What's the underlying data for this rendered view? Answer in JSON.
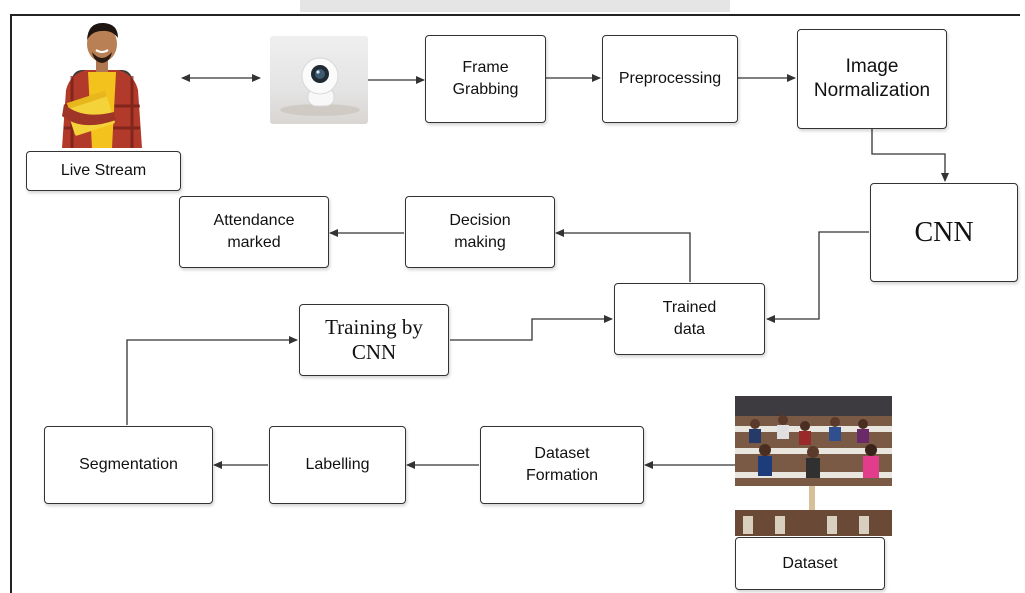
{
  "diagram": {
    "nodes": {
      "live_stream": "Live Stream",
      "frame_grabbing": "Frame\nGrabbing",
      "preprocessing": "Preprocessing",
      "image_normalization": "Image\nNormalization",
      "cnn": "CNN",
      "trained_data": "Trained\ndata",
      "decision_making": "Decision\nmaking",
      "attendance_marked": "Attendance\nmarked",
      "training_by_cnn": "Training by\nCNN",
      "dataset": "Dataset",
      "dataset_formation": "Dataset\nFormation",
      "labelling": "Labelling",
      "segmentation": "Segmentation"
    },
    "edges": [
      [
        "camera",
        "live_stream"
      ],
      [
        "camera",
        "frame_grabbing"
      ],
      [
        "frame_grabbing",
        "preprocessing"
      ],
      [
        "preprocessing",
        "image_normalization"
      ],
      [
        "image_normalization",
        "cnn"
      ],
      [
        "cnn",
        "trained_data"
      ],
      [
        "trained_data",
        "decision_making"
      ],
      [
        "decision_making",
        "attendance_marked"
      ],
      [
        "training_by_cnn",
        "trained_data"
      ],
      [
        "segmentation",
        "training_by_cnn"
      ],
      [
        "labelling",
        "segmentation"
      ],
      [
        "dataset_formation",
        "labelling"
      ],
      [
        "dataset",
        "dataset_formation"
      ]
    ],
    "images": {
      "person": "student-photo",
      "camera": "security-camera-photo",
      "dataset": "classroom-photo"
    },
    "colors": {
      "line": "#333333",
      "box_border": "#333333"
    }
  }
}
